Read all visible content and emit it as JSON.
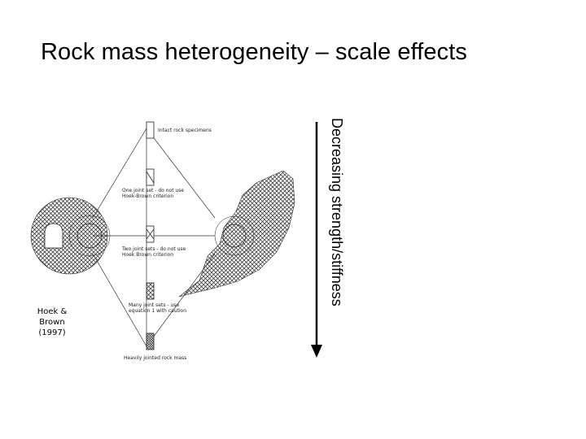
{
  "slide": {
    "title": "Rock mass heterogeneity – scale effects"
  },
  "diagram": {
    "levels": [
      {
        "label": "Intact rock specimens"
      },
      {
        "label_lines": [
          "One joint set - do not use",
          "Hoek-Brown criterion"
        ]
      },
      {
        "label_lines": [
          "Two joint sets - do not use",
          "Hoek Brown criterion"
        ]
      },
      {
        "label_lines": [
          "Many joint sets - use",
          "equation 1 with caution"
        ]
      },
      {
        "label": "Heavily jointed rock mass"
      }
    ]
  },
  "citation": {
    "line1": "Hoek &",
    "line2": "Brown",
    "line3": "(1997)"
  },
  "scale_arrow": {
    "label": "Decreasing strength/stiffness",
    "direction": "down"
  },
  "colors": {
    "line": "#333333",
    "rock_hatch": "#444444",
    "arrow": "#000000"
  }
}
